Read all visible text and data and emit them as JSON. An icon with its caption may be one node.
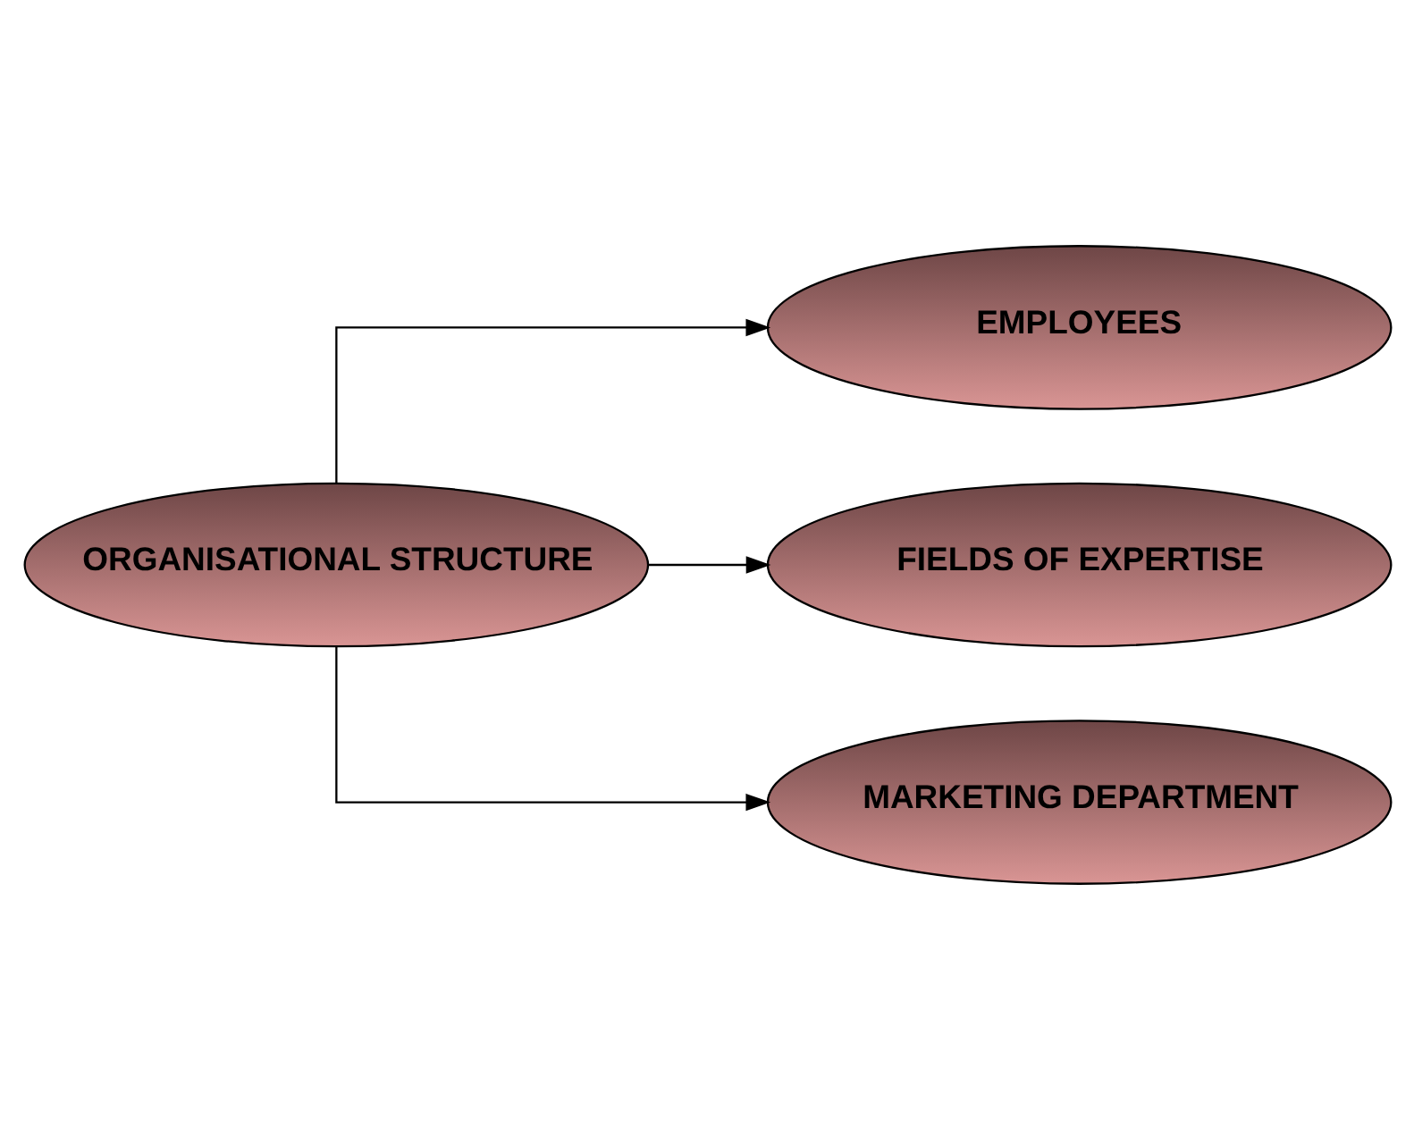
{
  "diagram": {
    "nodes": [
      {
        "text": [
          "ORGANISATIONAL STRUCTURE"
        ]
      },
      {
        "text": [
          "EMPLOYEES"
        ]
      },
      {
        "text": [
          "FIELDS OF EXPERTISE"
        ]
      },
      {
        "text": [
          "MARKETING DEPARTMENT"
        ]
      }
    ],
    "edges": [
      {
        "from": 0,
        "to": 1,
        "arrow": "to"
      },
      {
        "from": 0,
        "to": 2,
        "arrow": "to"
      },
      {
        "from": 0,
        "to": 3,
        "arrow": "to"
      }
    ]
  }
}
